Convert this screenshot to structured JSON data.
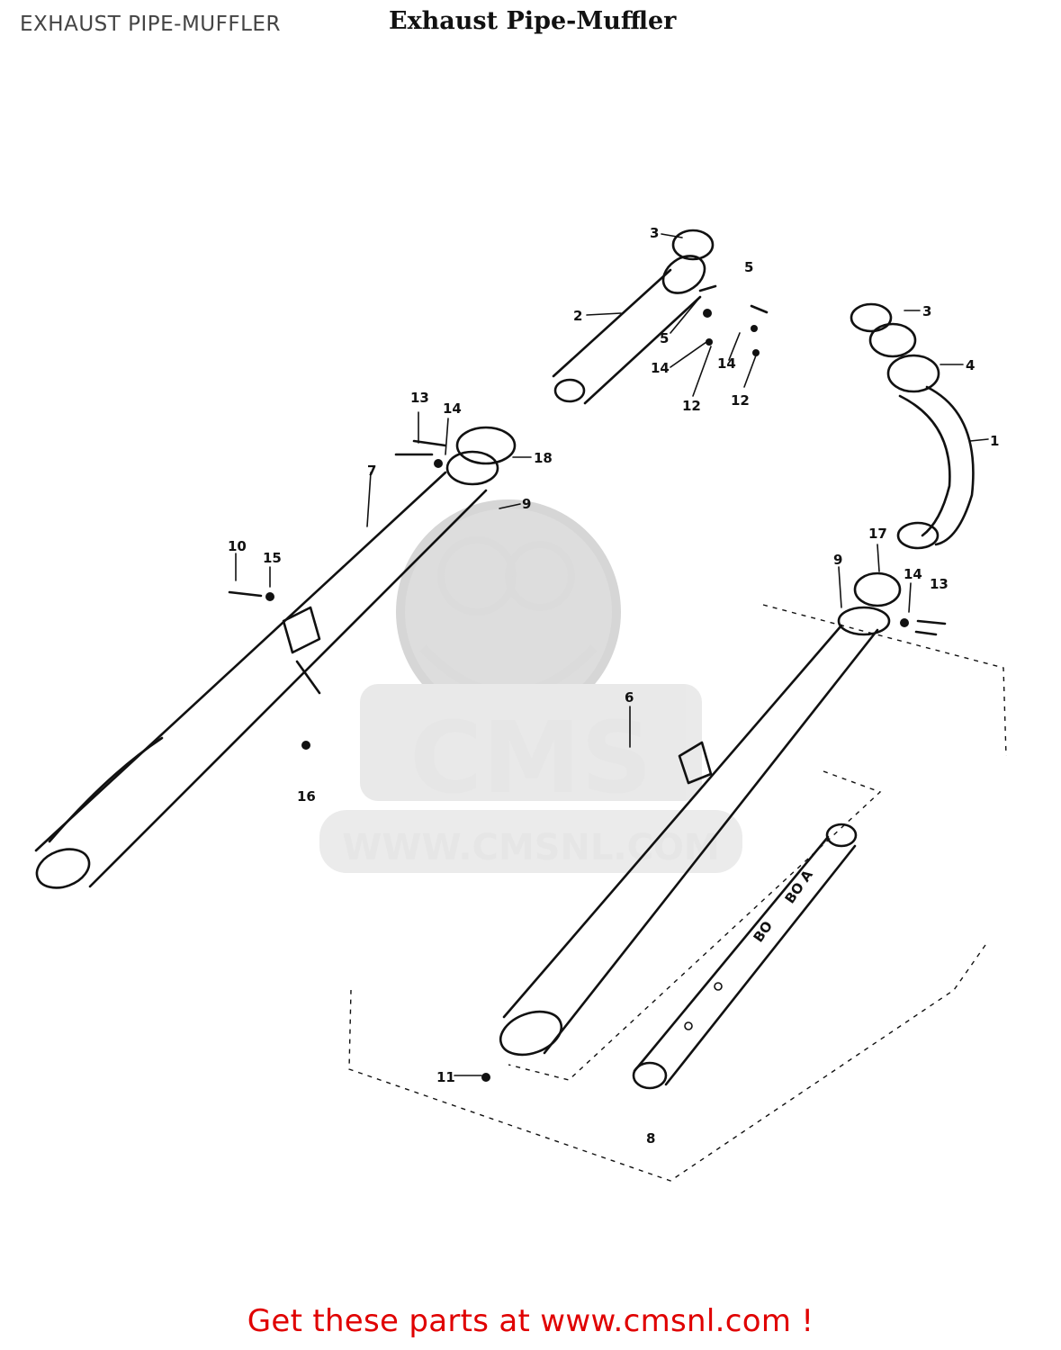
{
  "header": {
    "page_label": "EXHAUST PIPE-MUFFLER",
    "diagram_title": "Exhaust Pipe-Muffler"
  },
  "watermark": {
    "logo_text": "CMS",
    "url_text": "WWW.CMSNL.COM"
  },
  "footer": {
    "link_text": "Get these parts at www.cmsnl.com !"
  },
  "inner_part_markings": [
    "BO",
    "BO A"
  ],
  "callouts": [
    "1",
    "2",
    "3",
    "3",
    "4",
    "5",
    "5",
    "6",
    "7",
    "8",
    "9",
    "9",
    "10",
    "11",
    "12",
    "12",
    "13",
    "13",
    "14",
    "14",
    "14",
    "14",
    "15",
    "16",
    "17",
    "18"
  ],
  "colors": {
    "footer": "#e00000",
    "page_label": "#444444",
    "line_art": "#111111",
    "watermark": "#d8d8d8"
  }
}
